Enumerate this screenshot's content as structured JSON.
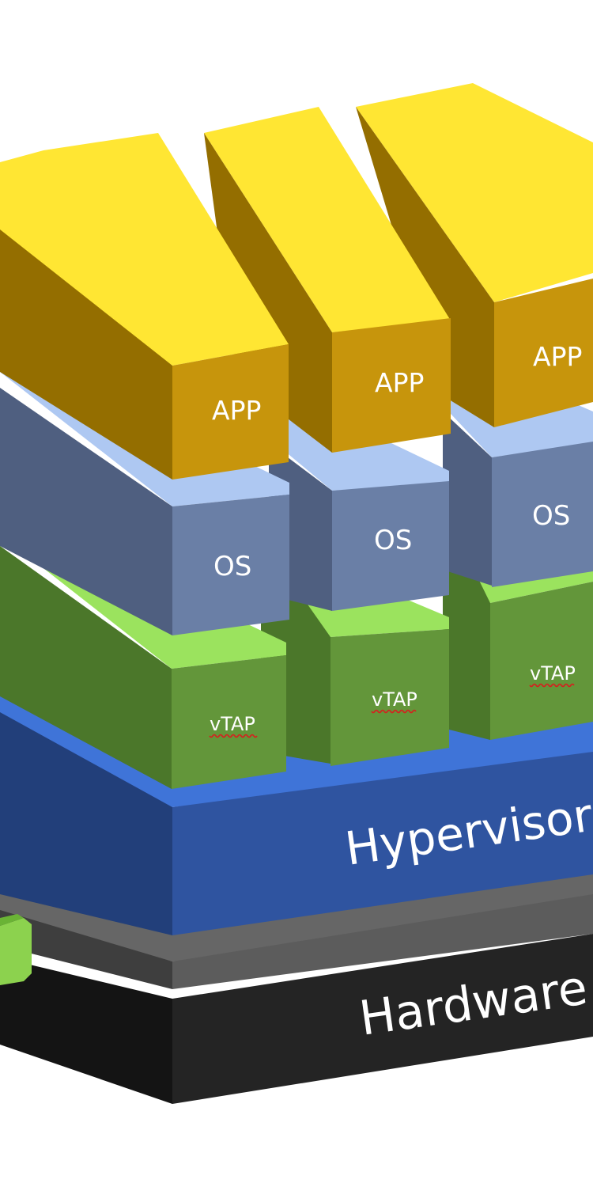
{
  "diagram": {
    "layers": {
      "app_label": "APP",
      "os_label": "OS",
      "vtap_label": "vTAP",
      "hypervisor_label": "Hypervisor",
      "hardware_label": "Hardware"
    },
    "colors": {
      "app_top": "#ffe633",
      "app_front": "#c7950c",
      "app_side": "#946e00",
      "os_top": "#aec8f2",
      "os_front": "#6a7fa6",
      "os_side": "#4f5f80",
      "vtap_top": "#9be35e",
      "vtap_front": "#63963a",
      "vtap_side": "#4b772a",
      "hypervisor_top": "#3f74d8",
      "hypervisor_front": "#2f54a0",
      "hypervisor_side": "#223f7a",
      "gray_top": "#666666",
      "gray_front": "#5a5a5a",
      "hardware_front": "#242424",
      "hardware_side": "#141414",
      "misspelling_underline": "#d81e1e"
    }
  }
}
